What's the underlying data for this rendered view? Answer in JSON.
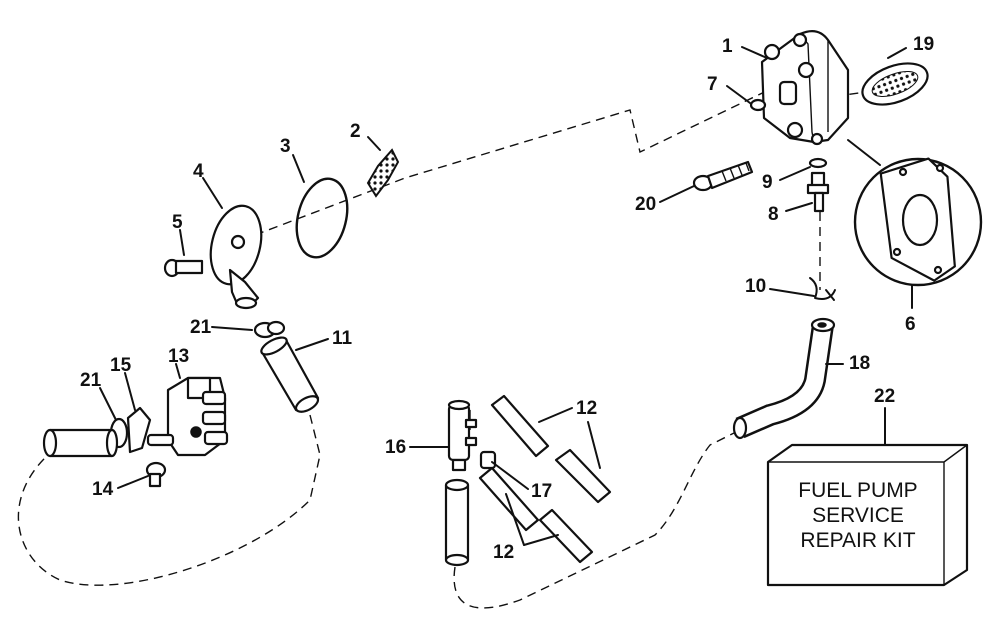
{
  "diagram": {
    "part_numbers": {
      "p1": "1",
      "p2": "2",
      "p3": "3",
      "p4": "4",
      "p5": "5",
      "p6": "6",
      "p7": "7",
      "p8": "8",
      "p9": "9",
      "p10": "10",
      "p11": "11",
      "p12a": "12",
      "p12b": "12",
      "p13": "13",
      "p14": "14",
      "p15": "15",
      "p16": "16",
      "p17": "17",
      "p18": "18",
      "p19": "19",
      "p20": "20",
      "p21a": "21",
      "p21b": "21",
      "p22": "22"
    },
    "kit_box": {
      "line1": "FUEL PUMP",
      "line2": "SERVICE",
      "line3": "REPAIR KIT"
    }
  }
}
